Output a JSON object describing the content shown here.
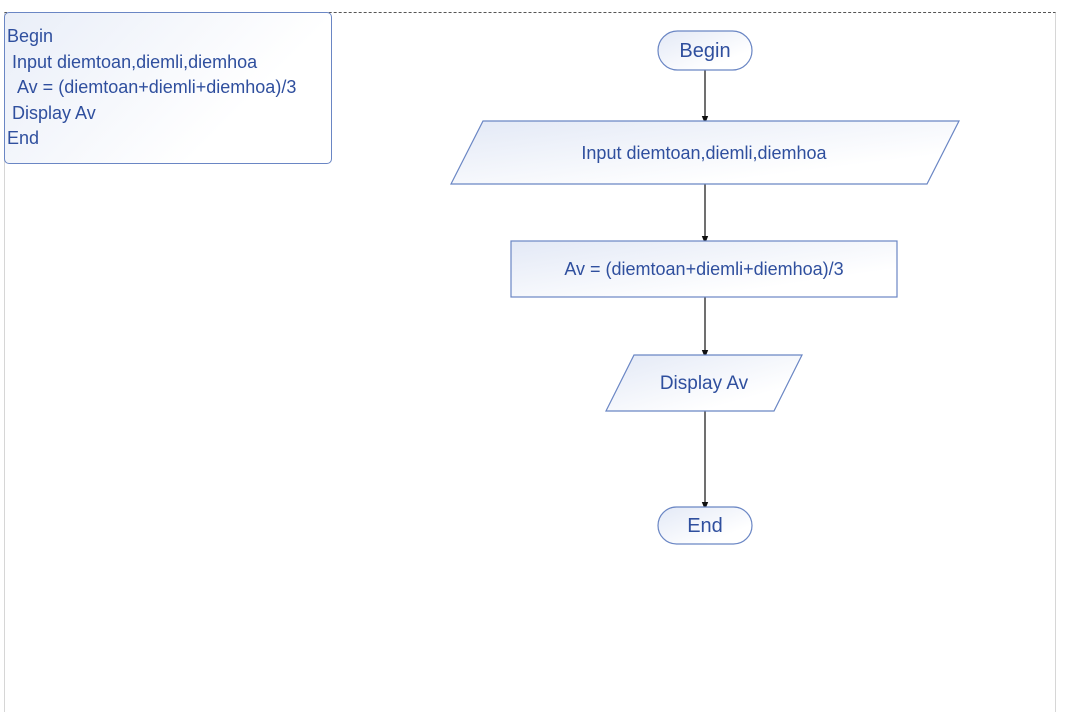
{
  "pseudocode": {
    "lines": [
      "Begin",
      "Input diemtoan,diemli,diemhoa",
      "Av = (diemtoan+diemli+diemhoa)/3",
      "Display Av",
      "End"
    ]
  },
  "flowchart": {
    "begin": "Begin",
    "input": "Input diemtoan,diemli,diemhoa",
    "process": "Av = (diemtoan+diemli+diemhoa)/3",
    "output": "Display Av",
    "end": "End"
  },
  "colors": {
    "text": "#2f4f9e",
    "border": "#6a86c4",
    "fill_light": "#e9eef8"
  }
}
